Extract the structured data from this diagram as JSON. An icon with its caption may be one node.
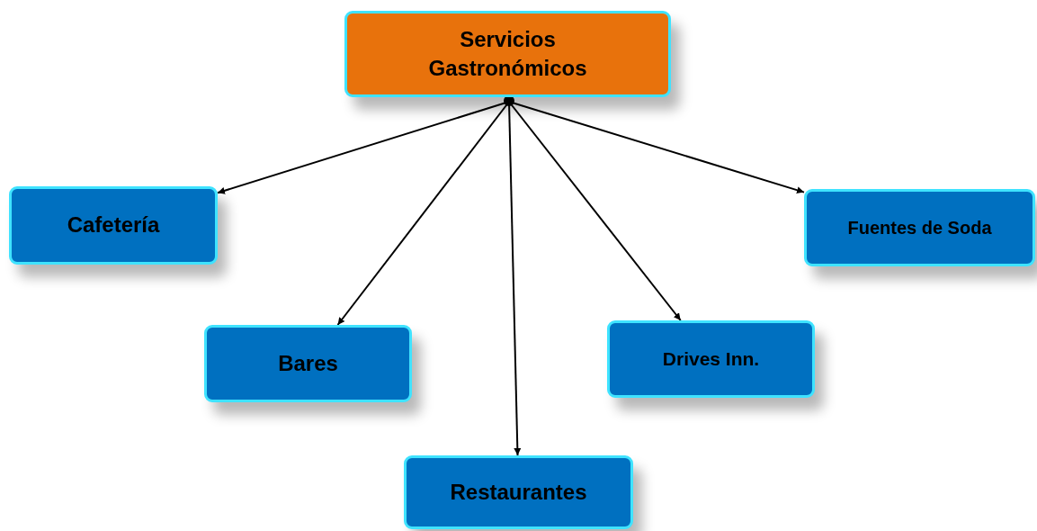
{
  "diagram": {
    "nodes": [
      {
        "text": [
          "Servicios Gastronómicos"
        ]
      },
      {
        "text": [
          "Cafetería"
        ]
      },
      {
        "text": [
          "Bares"
        ]
      },
      {
        "text": [
          "Restaurantes"
        ]
      },
      {
        "text": [
          "Drives Inn."
        ]
      },
      {
        "text": [
          "Fuentes de Soda"
        ]
      }
    ],
    "edges": [
      {
        "from": 0,
        "to": 1,
        "arrow": "to"
      },
      {
        "from": 0,
        "to": 2,
        "arrow": "to"
      },
      {
        "from": 0,
        "to": 3,
        "arrow": "to"
      },
      {
        "from": 0,
        "to": 4,
        "arrow": "to"
      },
      {
        "from": 0,
        "to": 5,
        "arrow": "to"
      }
    ]
  }
}
